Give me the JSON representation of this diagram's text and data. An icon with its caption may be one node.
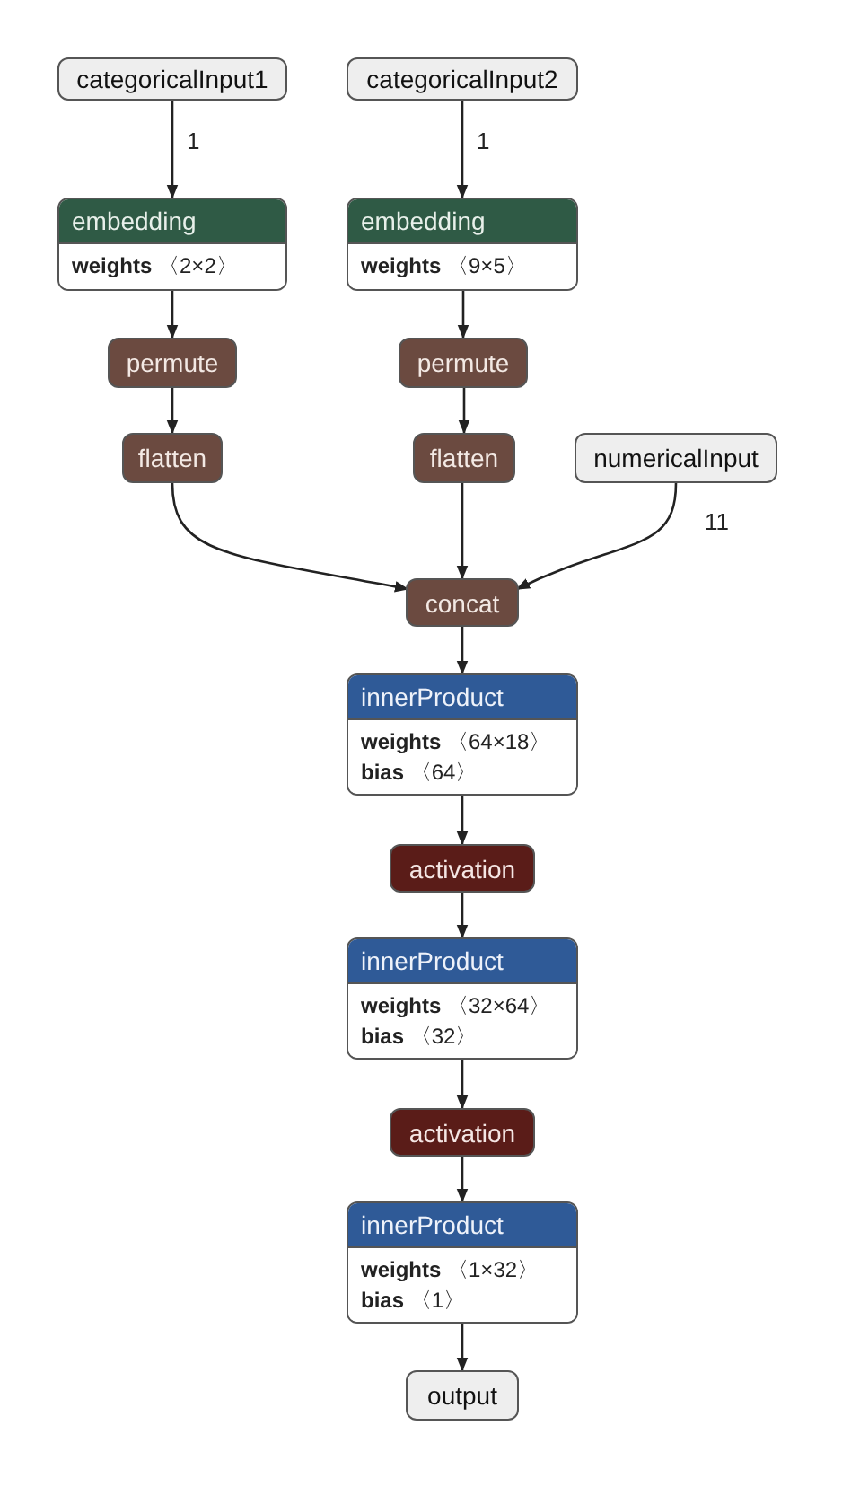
{
  "diagram": {
    "nodes": [
      {
        "text": [
          "categoricalInput1"
        ]
      },
      {
        "text": [
          "categoricalInput2"
        ]
      },
      {
        "text": [
          "embedding",
          "**weights** 〈2×2〉"
        ]
      },
      {
        "text": [
          "embedding",
          "**weights** 〈9×5〉"
        ]
      },
      {
        "text": [
          "permute"
        ]
      },
      {
        "text": [
          "permute"
        ]
      },
      {
        "text": [
          "flatten"
        ]
      },
      {
        "text": [
          "flatten"
        ]
      },
      {
        "text": [
          "numericalInput"
        ]
      },
      {
        "text": [
          "concat"
        ]
      },
      {
        "text": [
          "innerProduct",
          "**weights** 〈64×18〉",
          "**bias** 〈64〉"
        ]
      },
      {
        "text": [
          "activation"
        ]
      },
      {
        "text": [
          "innerProduct",
          "**weights** 〈32×64〉",
          "**bias** 〈32〉"
        ]
      },
      {
        "text": [
          "activation"
        ]
      },
      {
        "text": [
          "innerProduct",
          "**weights** 〈1×32〉",
          "**bias** 〈1〉"
        ]
      },
      {
        "text": [
          "output"
        ]
      }
    ],
    "edges": [
      {
        "from": 0,
        "to": 2,
        "arrow": "to",
        "label": "1"
      },
      {
        "from": 1,
        "to": 3,
        "arrow": "to",
        "label": "1"
      },
      {
        "from": 2,
        "to": 4,
        "arrow": "to"
      },
      {
        "from": 3,
        "to": 5,
        "arrow": "to"
      },
      {
        "from": 4,
        "to": 6,
        "arrow": "to"
      },
      {
        "from": 5,
        "to": 7,
        "arrow": "to"
      },
      {
        "from": 6,
        "to": 9,
        "arrow": "to"
      },
      {
        "from": 7,
        "to": 9,
        "arrow": "to"
      },
      {
        "from": 8,
        "to": 9,
        "arrow": "to",
        "label": "11"
      },
      {
        "from": 9,
        "to": 10,
        "arrow": "to"
      },
      {
        "from": 10,
        "to": 11,
        "arrow": "to"
      },
      {
        "from": 11,
        "to": 12,
        "arrow": "to"
      },
      {
        "from": 12,
        "to": 13,
        "arrow": "to"
      },
      {
        "from": 13,
        "to": 14,
        "arrow": "to"
      },
      {
        "from": 14,
        "to": 15,
        "arrow": "to"
      }
    ]
  }
}
